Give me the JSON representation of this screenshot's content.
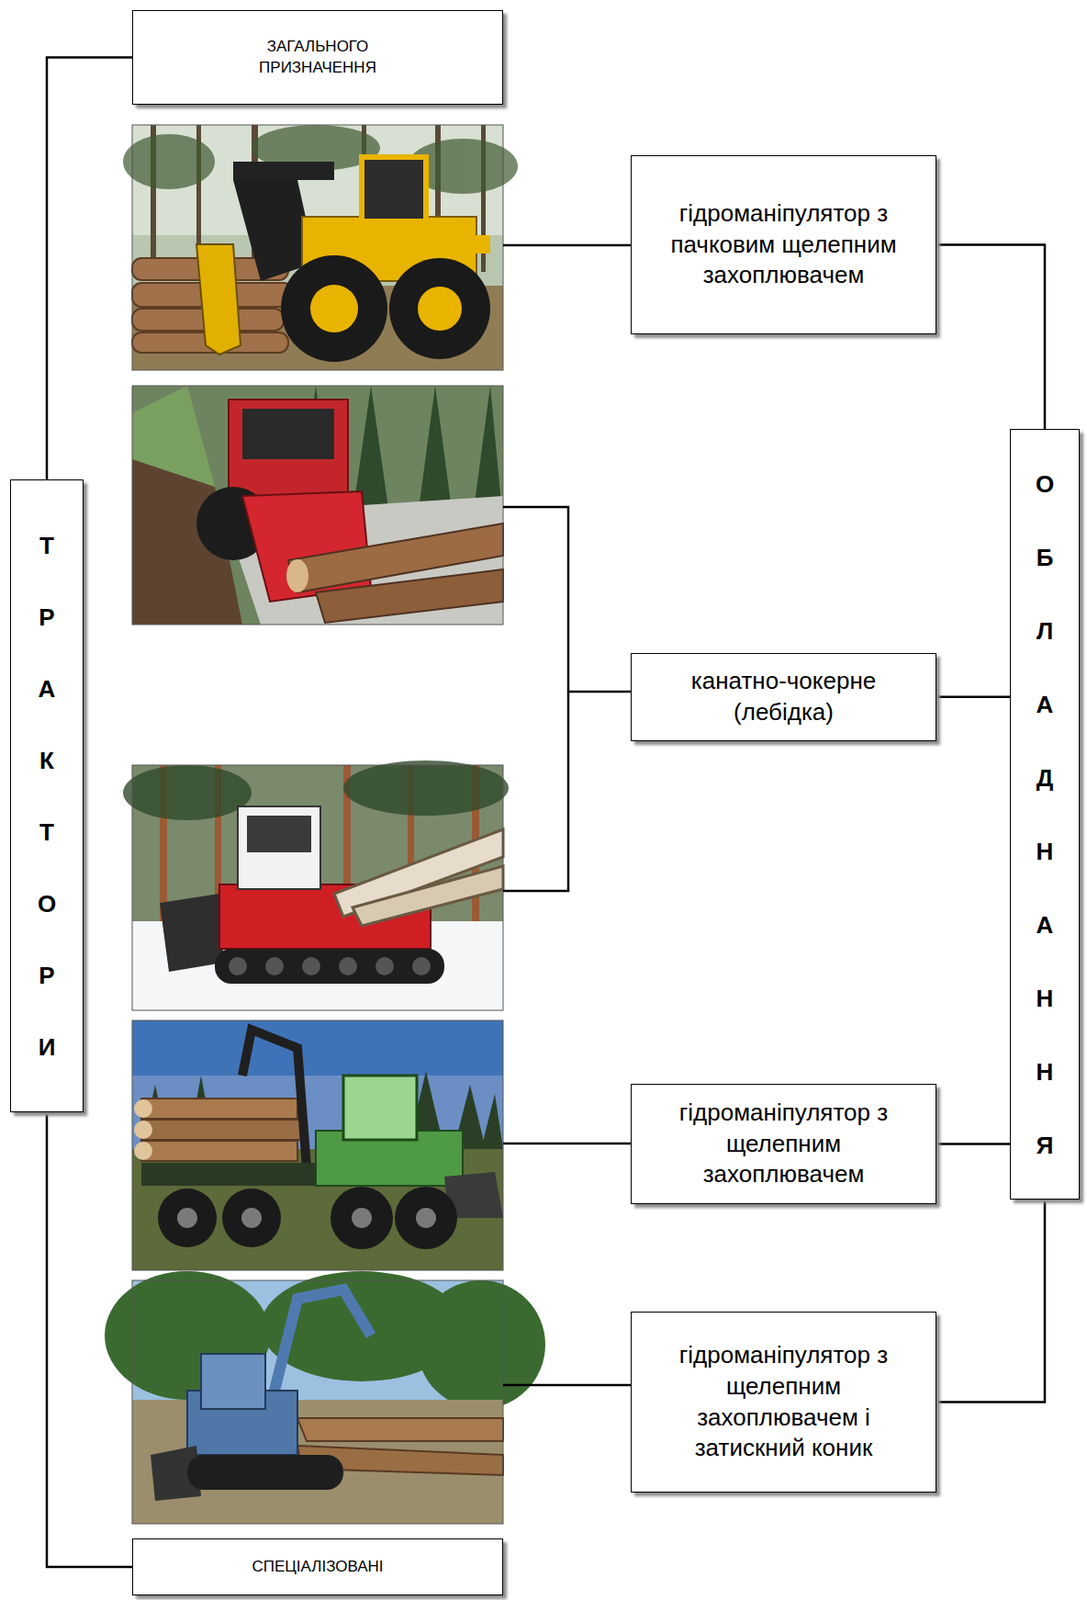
{
  "diagram": {
    "nodes": [
      {
        "text": [
          "ЗАГАЛЬНОГО ПРИЗНАЧЕННЯ"
        ]
      },
      {
        "text": [
          "гідроманіпулятор з пачковим щелепним захоплювачем"
        ]
      },
      {
        "text": [
          "ОБЛАДНАННЯ"
        ]
      },
      {
        "text": [
          "ТРАКТОРИ"
        ]
      },
      {
        "text": [
          "канатно-чокерне (лебідка)"
        ]
      },
      {
        "text": [
          "гідроманіпулятор з щелепним захоплювачем"
        ]
      },
      {
        "text": [
          "гідроманіпулятор з щелепним захоплювачем і затискний коник"
        ]
      },
      {
        "text": [
          "СПЕЦІАЛІЗОВАНІ"
        ]
      }
    ],
    "edges": [
      {
        "from": 3,
        "to": 0,
        "arrow": "none"
      },
      {
        "from": 3,
        "to": 7,
        "arrow": "none"
      },
      {
        "from": 1,
        "to": 2,
        "arrow": "none"
      },
      {
        "from": 4,
        "to": 2,
        "arrow": "none"
      },
      {
        "from": 5,
        "to": 2,
        "arrow": "none"
      },
      {
        "from": 6,
        "to": 2,
        "arrow": "none"
      }
    ]
  }
}
